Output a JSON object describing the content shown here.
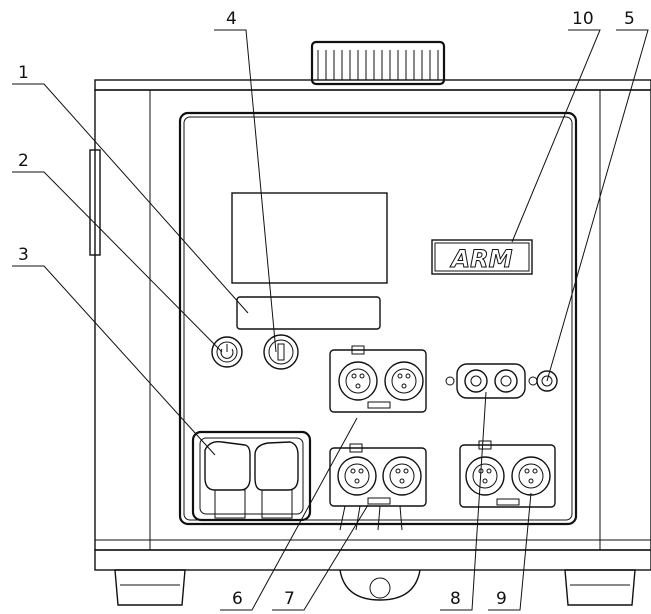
{
  "diagram": {
    "logo_text": "ARM",
    "callouts": [
      {
        "id": "c1",
        "label": "1"
      },
      {
        "id": "c2",
        "label": "2"
      },
      {
        "id": "c3",
        "label": "3"
      },
      {
        "id": "c4",
        "label": "4"
      },
      {
        "id": "c5",
        "label": "5"
      },
      {
        "id": "c6",
        "label": "6"
      },
      {
        "id": "c7",
        "label": "7"
      },
      {
        "id": "c8",
        "label": "8"
      },
      {
        "id": "c9",
        "label": "9"
      },
      {
        "id": "c10",
        "label": "10"
      }
    ]
  }
}
